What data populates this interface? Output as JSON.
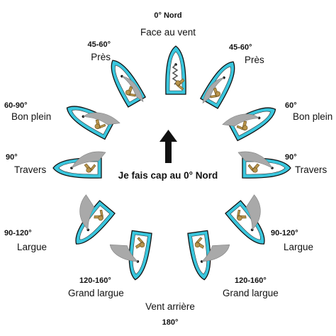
{
  "colors": {
    "hull": "#39c6dd",
    "deck": "#ffffff",
    "sail": "#a9a9a9",
    "sail_shadow": "#7e7e7e",
    "crew": "#b8934a",
    "arrow": "#111111",
    "text": "#111111"
  },
  "heading_label": "Je fais cap au 0° Nord",
  "positions": [
    {
      "id": "top",
      "degree": "0° Nord",
      "name": "Face au vent",
      "wind_angle": 0
    },
    {
      "id": "pres-left",
      "degree": "45-60°",
      "name": "Près",
      "wind_angle": -50
    },
    {
      "id": "pres-right",
      "degree": "45-60°",
      "name": "Près",
      "wind_angle": 50
    },
    {
      "id": "bonplein-left",
      "degree": "60-90°",
      "name": "Bon plein",
      "wind_angle": -72
    },
    {
      "id": "bonplein-right",
      "degree": "60°",
      "name": "Bon plein",
      "wind_angle": 72
    },
    {
      "id": "travers-left",
      "degree": "90°",
      "name": "Travers",
      "wind_angle": -92
    },
    {
      "id": "travers-right",
      "degree": "90°",
      "name": "Travers",
      "wind_angle": 92
    },
    {
      "id": "largue-left",
      "degree": "90-120°",
      "name": "Largue",
      "wind_angle": -125
    },
    {
      "id": "largue-right",
      "degree": "90-120°",
      "name": "Largue",
      "wind_angle": 125
    },
    {
      "id": "grandlargue-left",
      "degree": "120-160°",
      "name": "Grand largue",
      "wind_angle": -162
    },
    {
      "id": "grandlargue-right",
      "degree": "120-160°",
      "name": "Grand largue",
      "wind_angle": 162
    },
    {
      "id": "bottom",
      "degree": "180°",
      "name": "Vent arrière",
      "wind_angle": 180
    }
  ]
}
